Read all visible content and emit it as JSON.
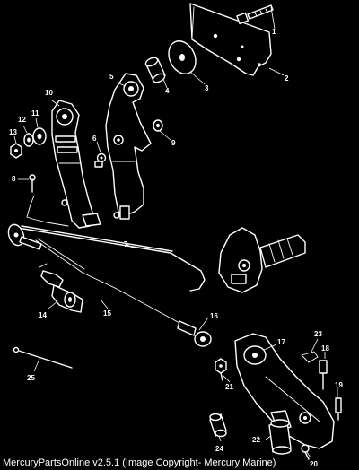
{
  "caption": "MercuryPartsOnline v2.5.1 (Image Copyright- Mercury Marine)",
  "callouts": [
    "1",
    "2",
    "3",
    "4",
    "5",
    "6",
    "7",
    "8",
    "9",
    "10",
    "11",
    "12",
    "13",
    "14",
    "15",
    "16",
    "17",
    "18",
    "19",
    "20",
    "21",
    "22",
    "23",
    "24",
    "25"
  ]
}
